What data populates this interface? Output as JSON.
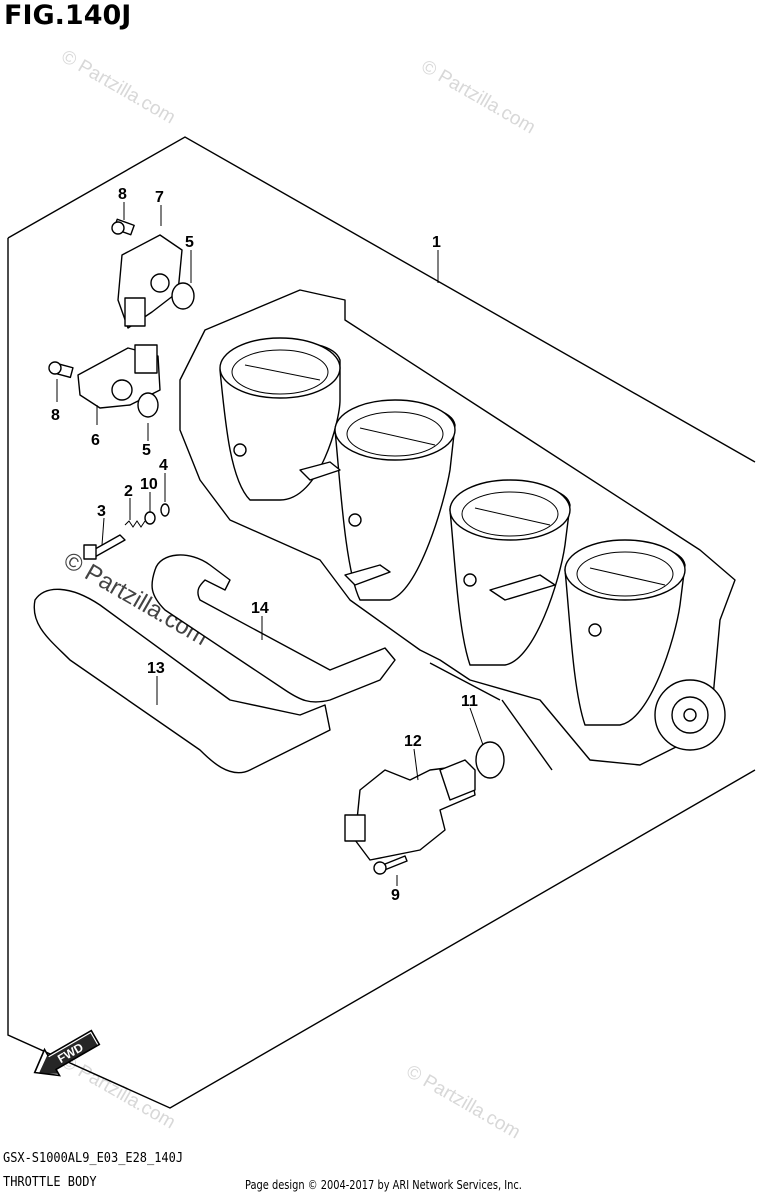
{
  "figure": {
    "title": "FIG.140J",
    "model_code": "GSX-S1000AL9_E03_E28_140J",
    "section_name": "THROTTLE BODY",
    "copyright": "Page design © 2004-2017 by ARI Network Services, Inc."
  },
  "fwd_label": "FWD",
  "watermark": {
    "text": "© Partzilla.com",
    "color": "#d8d8d8"
  },
  "callouts": [
    {
      "id": "1",
      "label": "1"
    },
    {
      "id": "2",
      "label": "2"
    },
    {
      "id": "3",
      "label": "3"
    },
    {
      "id": "4",
      "label": "4"
    },
    {
      "id": "5a",
      "label": "5"
    },
    {
      "id": "5b",
      "label": "5"
    },
    {
      "id": "6",
      "label": "6"
    },
    {
      "id": "7",
      "label": "7"
    },
    {
      "id": "8a",
      "label": "8"
    },
    {
      "id": "8b",
      "label": "8"
    },
    {
      "id": "9",
      "label": "9"
    },
    {
      "id": "10",
      "label": "10"
    },
    {
      "id": "11",
      "label": "11"
    },
    {
      "id": "12",
      "label": "12"
    },
    {
      "id": "13",
      "label": "13"
    },
    {
      "id": "14",
      "label": "14"
    }
  ]
}
